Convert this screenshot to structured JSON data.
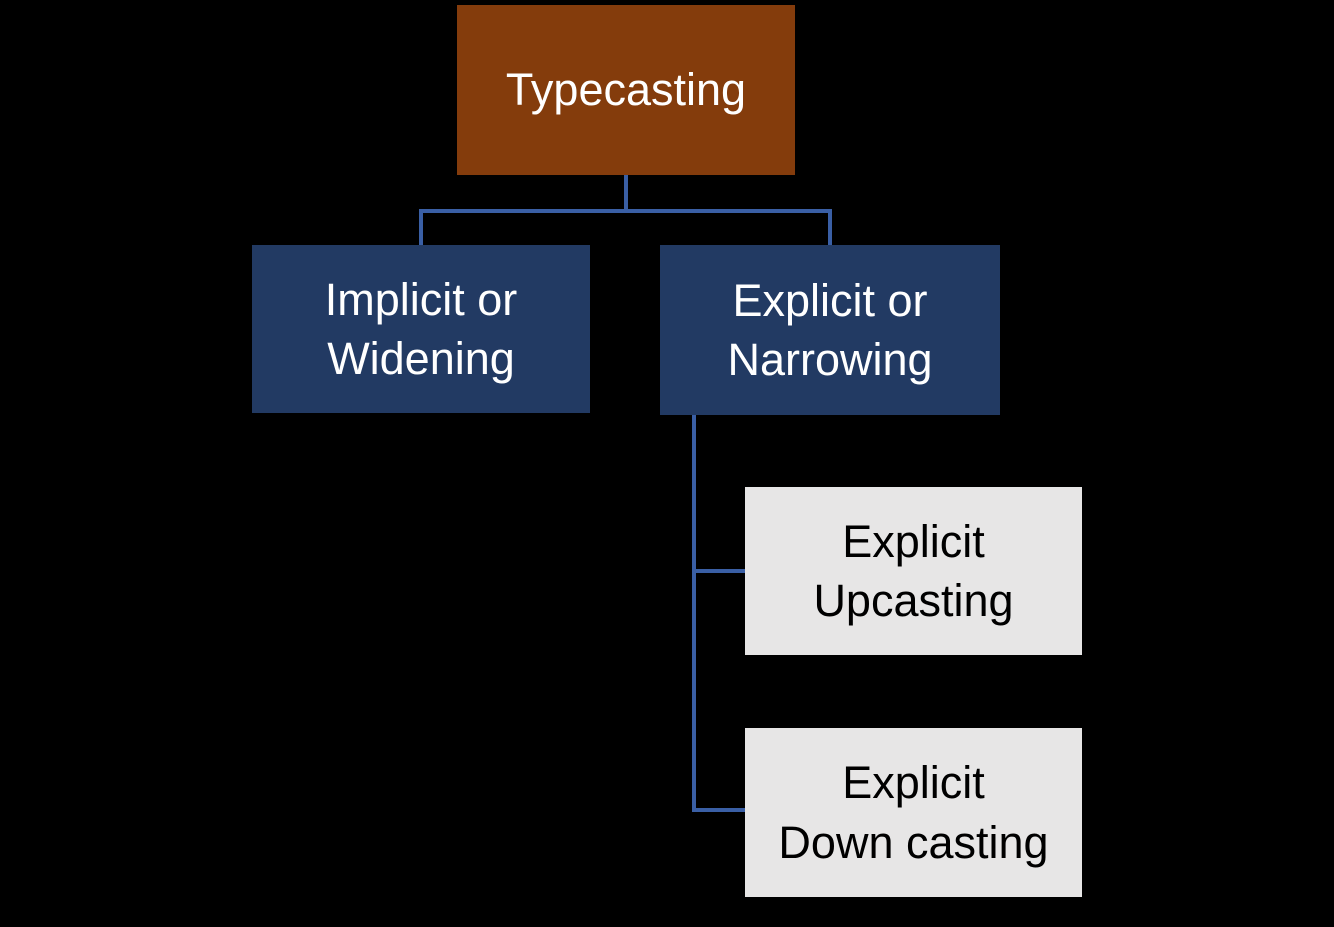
{
  "diagram": {
    "title": "Typecasting hierarchy diagram",
    "colors": {
      "background": "#000000",
      "root_fill": "#843C0C",
      "branch_fill": "#223A63",
      "leaf_fill": "#E7E6E6",
      "connector": "#3A5FA5",
      "light_text": "#FFFFFF",
      "dark_text": "#000000"
    },
    "nodes": {
      "root": {
        "label": "Typecasting"
      },
      "implicit": {
        "line1": "Implicit or",
        "line2": "Widening"
      },
      "explicit": {
        "line1": "Explicit or",
        "line2": "Narrowing"
      },
      "upcasting": {
        "line1": "Explicit",
        "line2": "Upcasting"
      },
      "downcasting": {
        "line1": "Explicit",
        "line2": "Down casting"
      }
    },
    "edges": [
      {
        "from": "Typecasting",
        "to": "Implicit or Widening"
      },
      {
        "from": "Typecasting",
        "to": "Explicit or Narrowing"
      },
      {
        "from": "Explicit or Narrowing",
        "to": "Explicit Upcasting"
      },
      {
        "from": "Explicit or Narrowing",
        "to": "Explicit Down casting"
      }
    ]
  }
}
